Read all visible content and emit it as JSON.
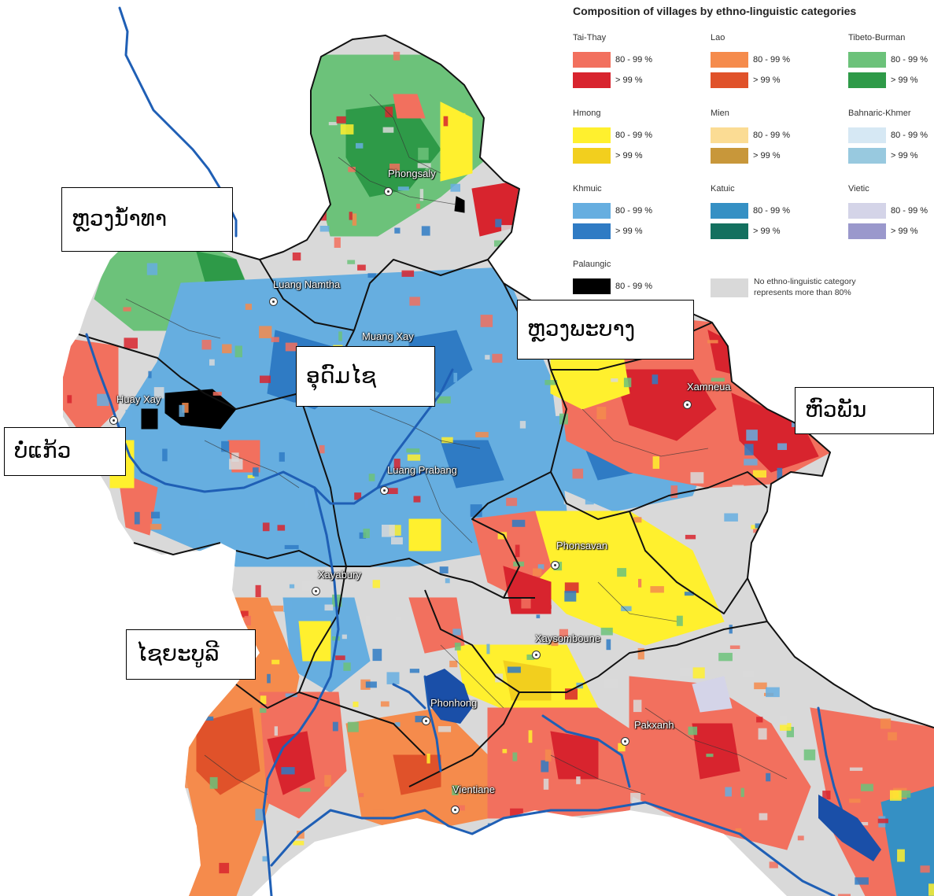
{
  "legend": {
    "title": "Composition of villages by ethno-linguistic categories",
    "categories": [
      {
        "name": "Tai-Thay",
        "c1": "#f2705e",
        "c2": "#d8242e",
        "l1": "80 - 99 %",
        "l2": "> 99 %"
      },
      {
        "name": "Lao",
        "c1": "#f58b4c",
        "c2": "#e0522a",
        "l1": "80 - 99 %",
        "l2": "> 99 %"
      },
      {
        "name": "Tibeto-Burman",
        "c1": "#6cc27a",
        "c2": "#2e9a48",
        "l1": "80 - 99 %",
        "l2": "> 99 %"
      },
      {
        "name": "Hmong",
        "c1": "#fff02e",
        "c2": "#f2cf1e",
        "l1": "80 - 99 %",
        "l2": "> 99 %"
      },
      {
        "name": "Mien",
        "c1": "#fbdc94",
        "c2": "#c8973a",
        "l1": "80 - 99 %",
        "l2": "> 99 %"
      },
      {
        "name": "Bahnaric-Khmer",
        "c1": "#d6e8f4",
        "c2": "#98c9df",
        "l1": "80 - 99 %",
        "l2": "> 99 %"
      },
      {
        "name": "Khmuic",
        "c1": "#66aee0",
        "c2": "#2f7bc4",
        "l1": "80 - 99 %",
        "l2": "> 99 %"
      },
      {
        "name": "Katuic",
        "c1": "#3590c4",
        "c2": "#13705f",
        "l1": "80 - 99 %",
        "l2": "> 99 %"
      },
      {
        "name": "Vietic",
        "c1": "#d4d4e8",
        "c2": "#9a98cc",
        "l1": "80 - 99 %",
        "l2": "> 99 %"
      }
    ],
    "palaungic": {
      "name": "Palaungic",
      "color": "#000000",
      "l1": "80 - 99 %"
    },
    "no_category": "No ethno-linguistic category represents more than 80%"
  },
  "cities": [
    {
      "name": "Phongsaly"
    },
    {
      "name": "Luang Namtha"
    },
    {
      "name": "Muang Xay"
    },
    {
      "name": "Huay Xay"
    },
    {
      "name": "Xamneua"
    },
    {
      "name": "Luang Prabang"
    },
    {
      "name": "Phonsavan"
    },
    {
      "name": "Xayabury"
    },
    {
      "name": "Xaysomboune"
    },
    {
      "name": "Phonhong"
    },
    {
      "name": "Pakxanh"
    },
    {
      "name": "Vientiane"
    }
  ],
  "province_labels": [
    {
      "text": "ຫຼວງນ້ຳທາ"
    },
    {
      "text": "ຫຼວງພະບາງ"
    },
    {
      "text": "ອຸດົມໄຊ"
    },
    {
      "text": "ຫົວພັນ"
    },
    {
      "text": "ບໍ່ແກ້ວ"
    },
    {
      "text": "ໄຊຍະບູລີ"
    }
  ],
  "colors": {
    "river": "#1f5fb5",
    "border": "#111111",
    "background": "#ffffff"
  }
}
